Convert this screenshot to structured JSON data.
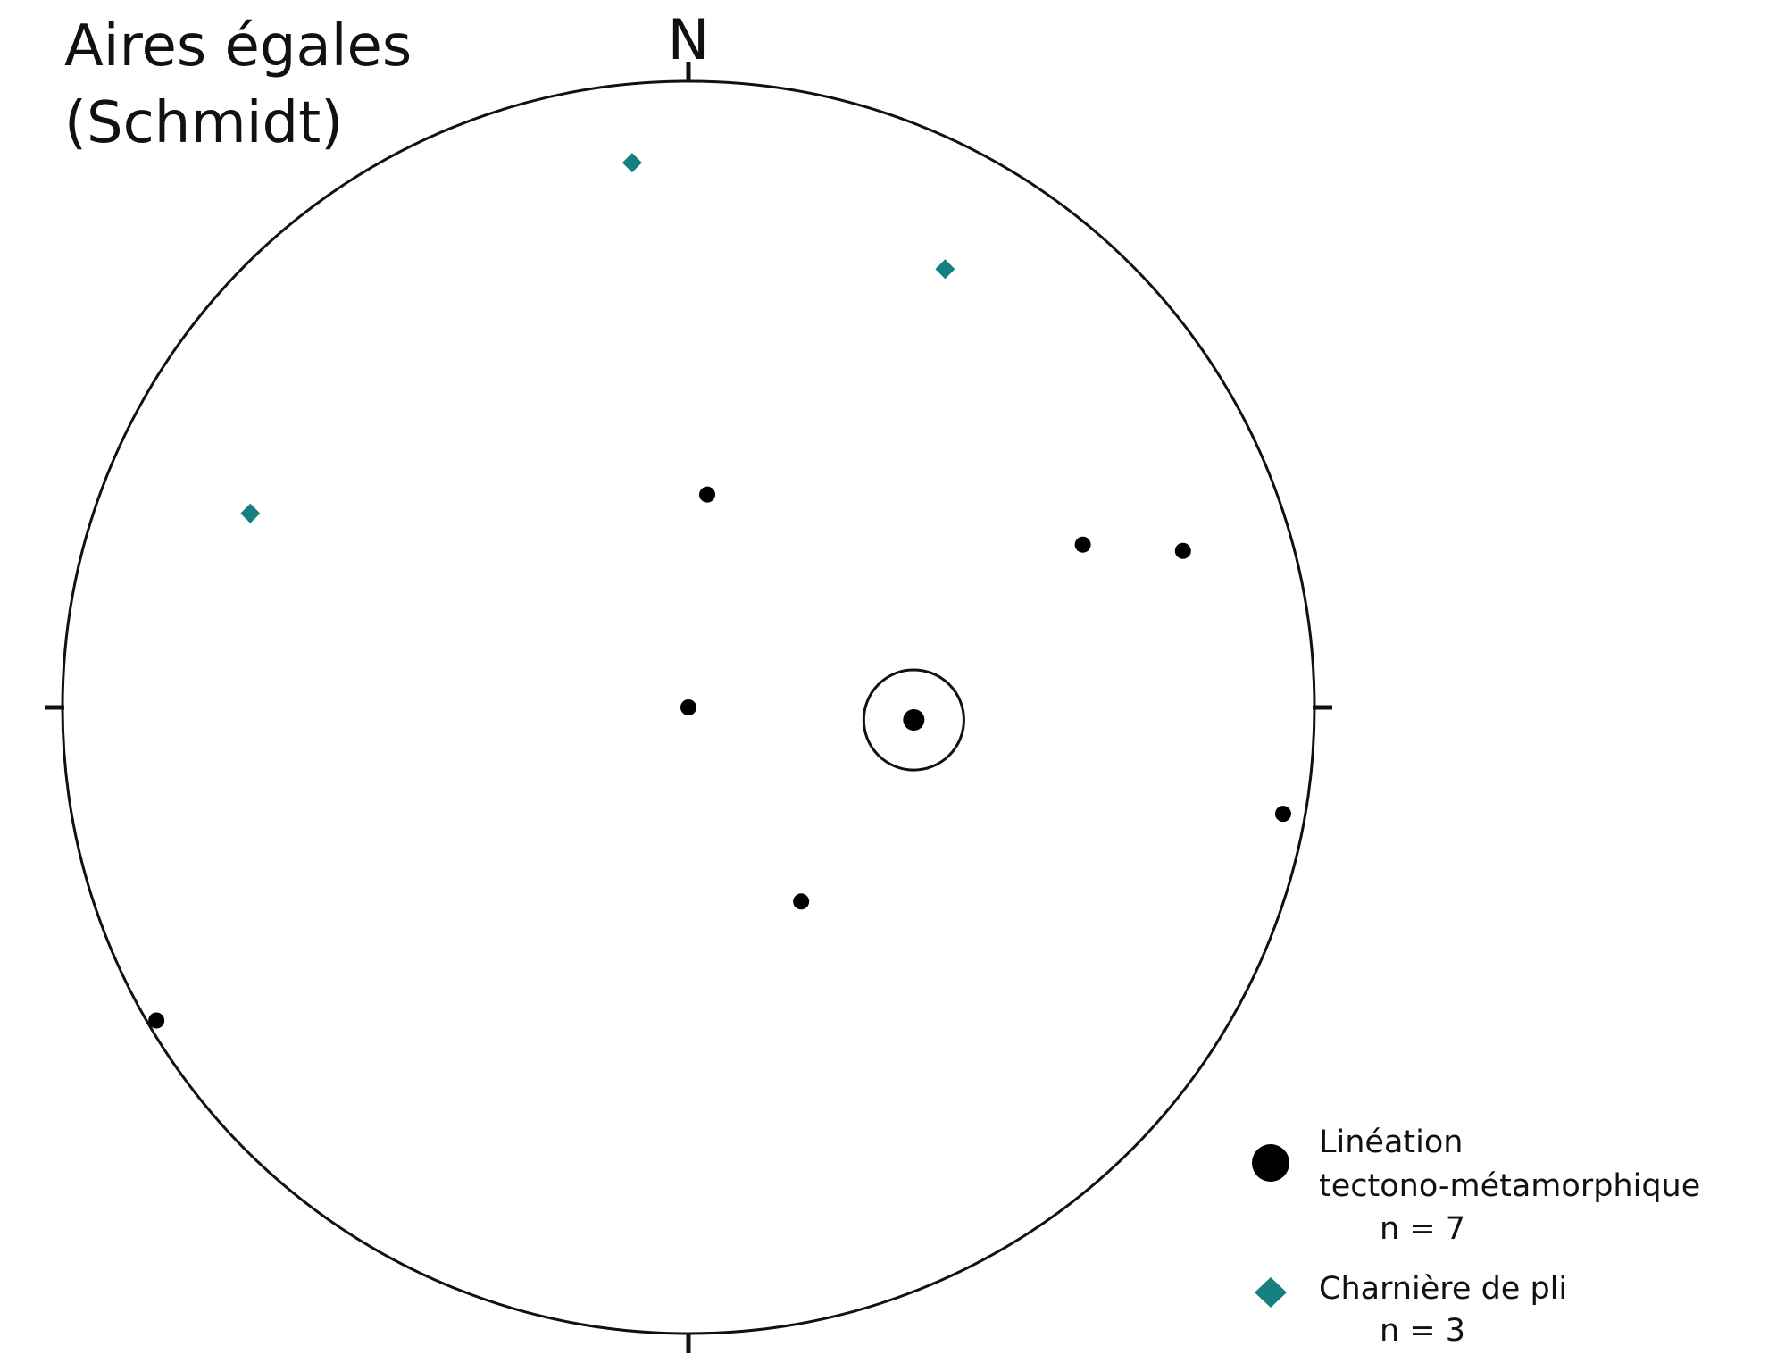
{
  "title": {
    "line1": "Aires égales",
    "line2": "(Schmidt)"
  },
  "north_label": "N",
  "colors": {
    "lineation": "#000000",
    "fold_hinge": "#167f7f",
    "outline": "#111111"
  },
  "chart_data": {
    "type": "scatter",
    "projection": "equal-area (Schmidt), lower hemisphere",
    "series": [
      {
        "name": "Linéation tectono-métamorphique",
        "marker": "circle",
        "color": "#000000",
        "n_label": "n = 7",
        "points": [
          {
            "x": 0.03,
            "y": 0.34
          },
          {
            "x": 0.63,
            "y": 0.26
          },
          {
            "x": 0.79,
            "y": 0.25
          },
          {
            "x": 0.0,
            "y": 0.0
          },
          {
            "x": 0.36,
            "y": -0.02
          },
          {
            "x": 0.95,
            "y": -0.17
          },
          {
            "x": 0.18,
            "y": -0.31
          },
          {
            "x": -0.85,
            "y": -0.5
          }
        ],
        "mean": {
          "x": 0.36,
          "y": -0.02,
          "cone": 0.08
        }
      },
      {
        "name": "Charnière de pli",
        "marker": "diamond",
        "color": "#167f7f",
        "n_label": "n = 3",
        "points": [
          {
            "x": -0.09,
            "y": 0.87
          },
          {
            "x": 0.41,
            "y": 0.7
          },
          {
            "x": -0.7,
            "y": 0.31
          }
        ]
      }
    ],
    "legend": {
      "position": "bottom-right",
      "entries": [
        {
          "label_line1": "Linéation",
          "label_line2": "tectono-métamorphique",
          "n": "n = 7",
          "marker": "circle"
        },
        {
          "label_line1": "Charnière de pli",
          "n": "n = 3",
          "marker": "diamond"
        }
      ]
    }
  }
}
